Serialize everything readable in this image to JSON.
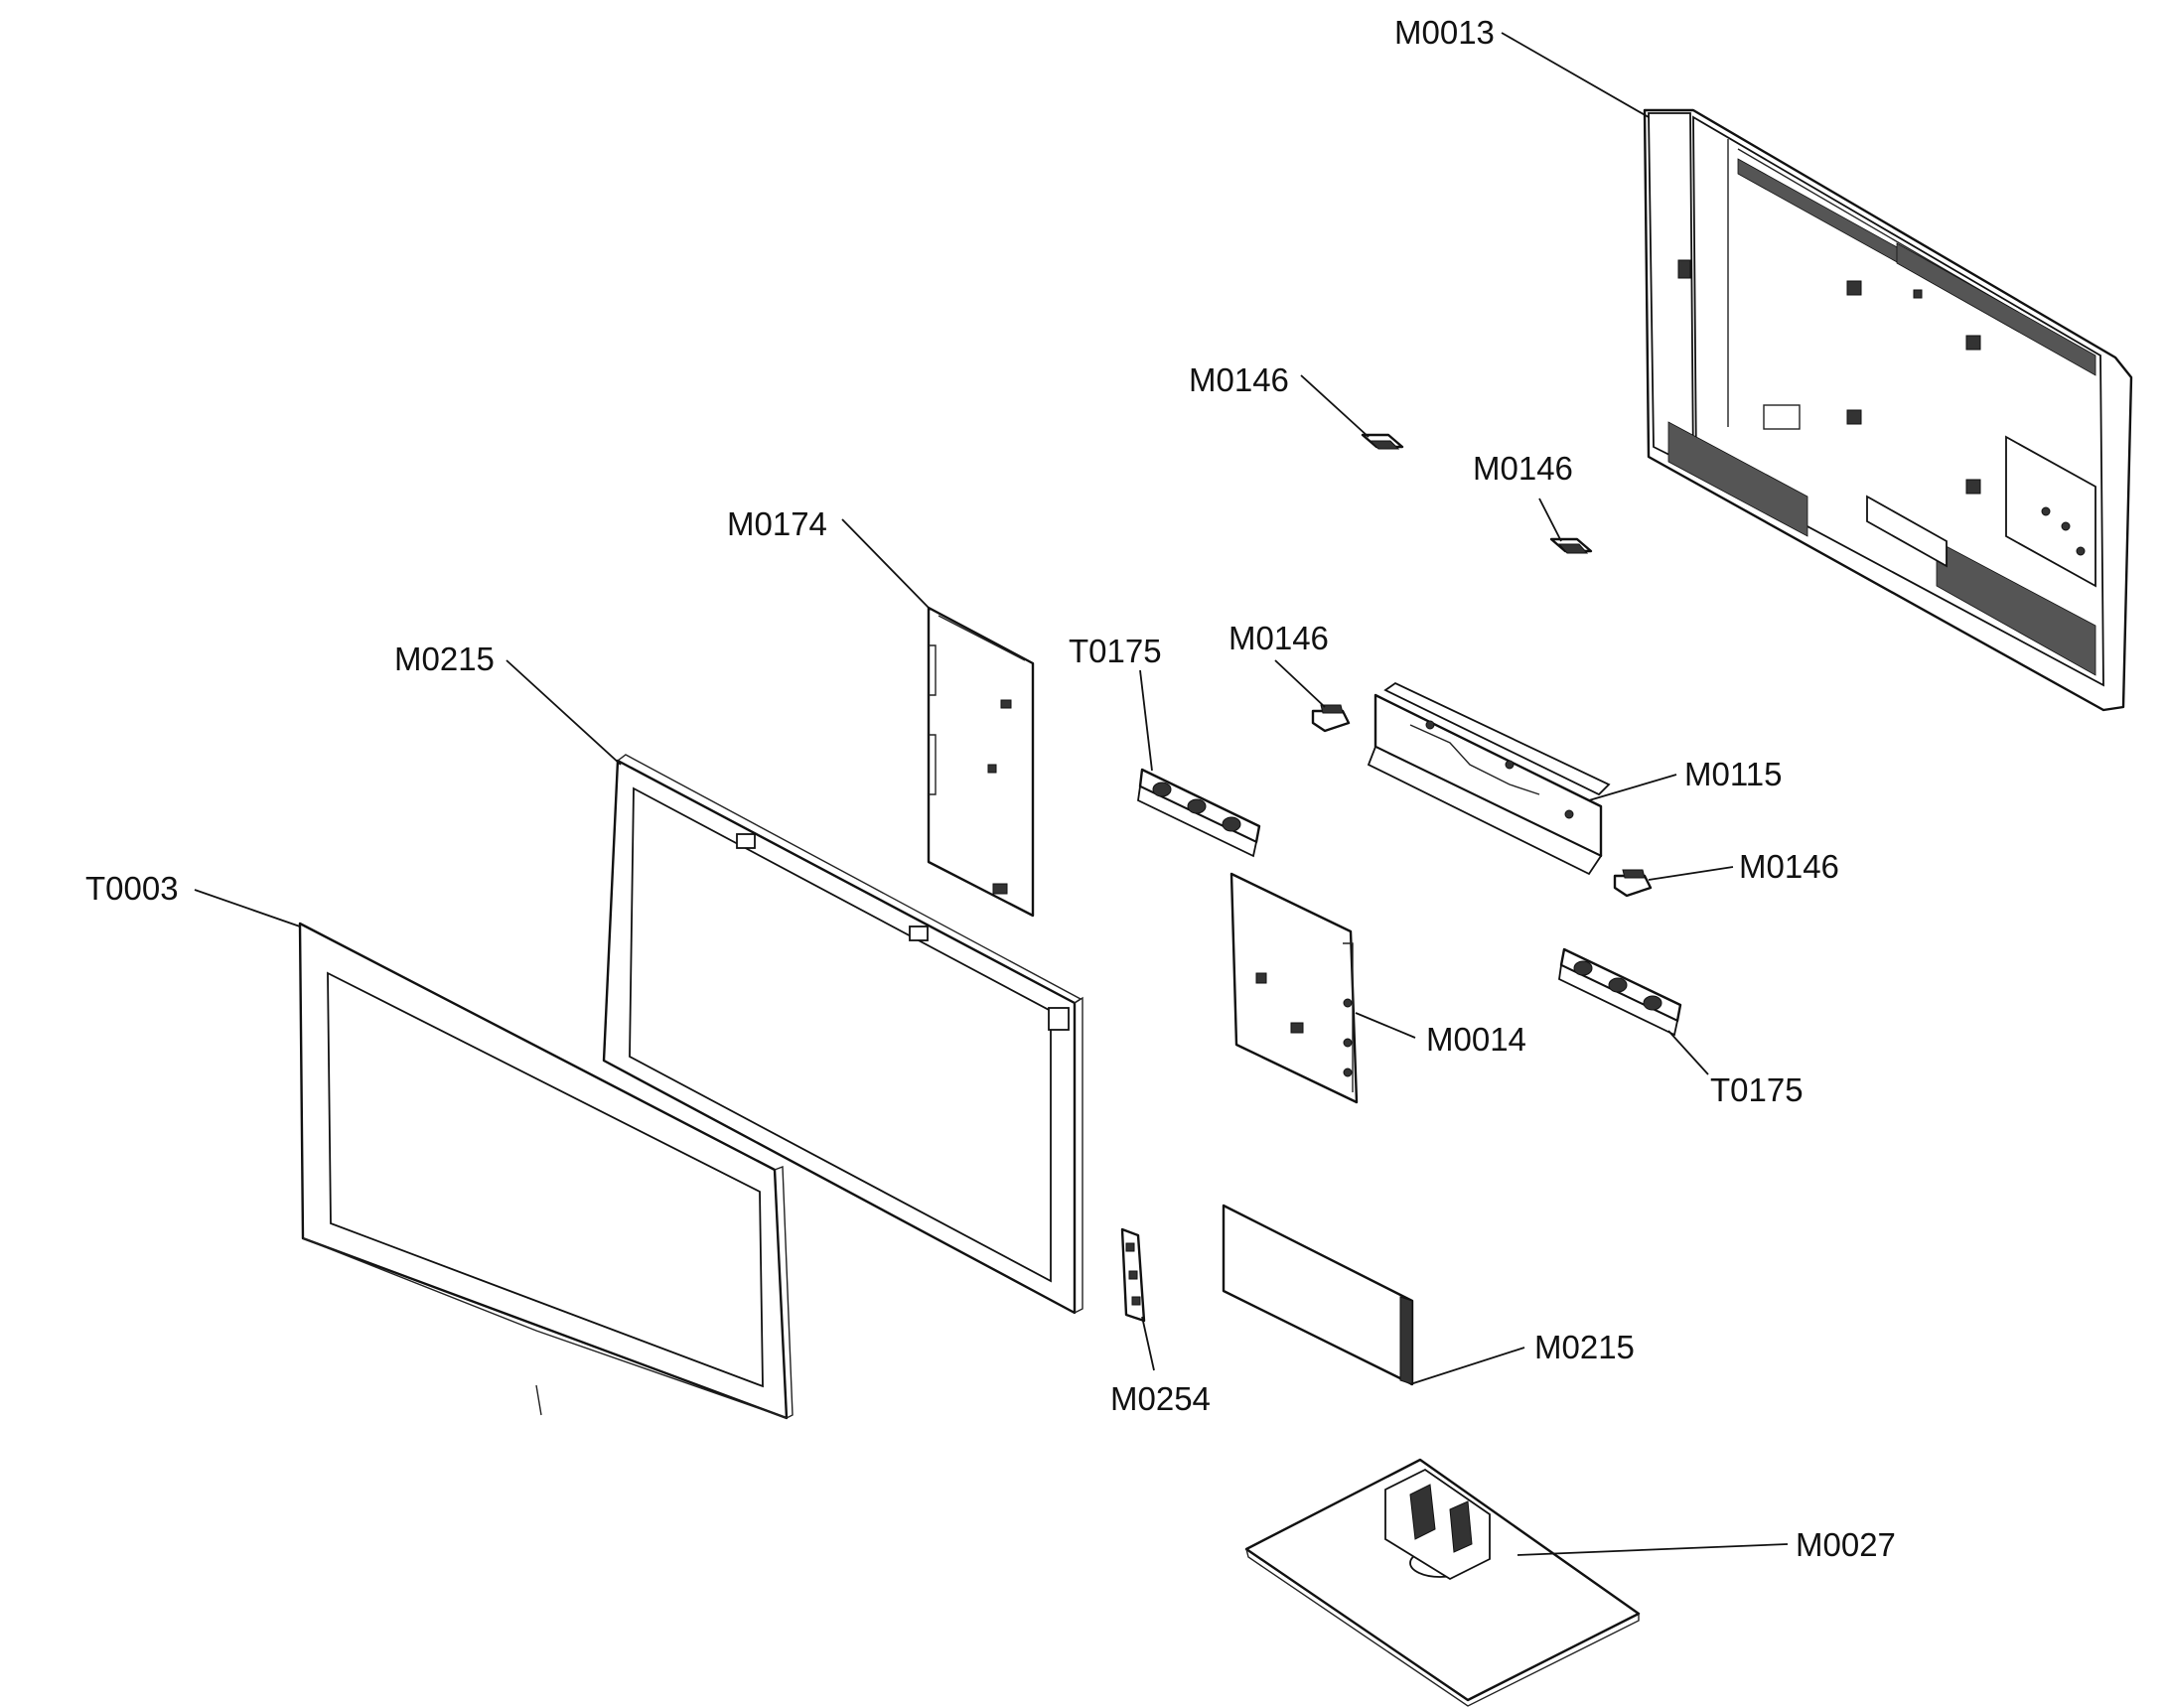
{
  "callouts": [
    {
      "id": "c1",
      "text": "M0013"
    },
    {
      "id": "c2",
      "text": "M0146"
    },
    {
      "id": "c3",
      "text": "M0146"
    },
    {
      "id": "c4",
      "text": "M0174"
    },
    {
      "id": "c5",
      "text": "M0215"
    },
    {
      "id": "c6",
      "text": "T0175"
    },
    {
      "id": "c7",
      "text": "M0146"
    },
    {
      "id": "c8",
      "text": "M0115"
    },
    {
      "id": "c9",
      "text": "M0146"
    },
    {
      "id": "c10",
      "text": "T0003"
    },
    {
      "id": "c11",
      "text": "M0014"
    },
    {
      "id": "c12",
      "text": "T0175"
    },
    {
      "id": "c13",
      "text": "M0215"
    },
    {
      "id": "c14",
      "text": "M0254"
    },
    {
      "id": "c15",
      "text": "M0027"
    }
  ],
  "colors": {
    "line": "#111111",
    "background": "#ffffff"
  }
}
